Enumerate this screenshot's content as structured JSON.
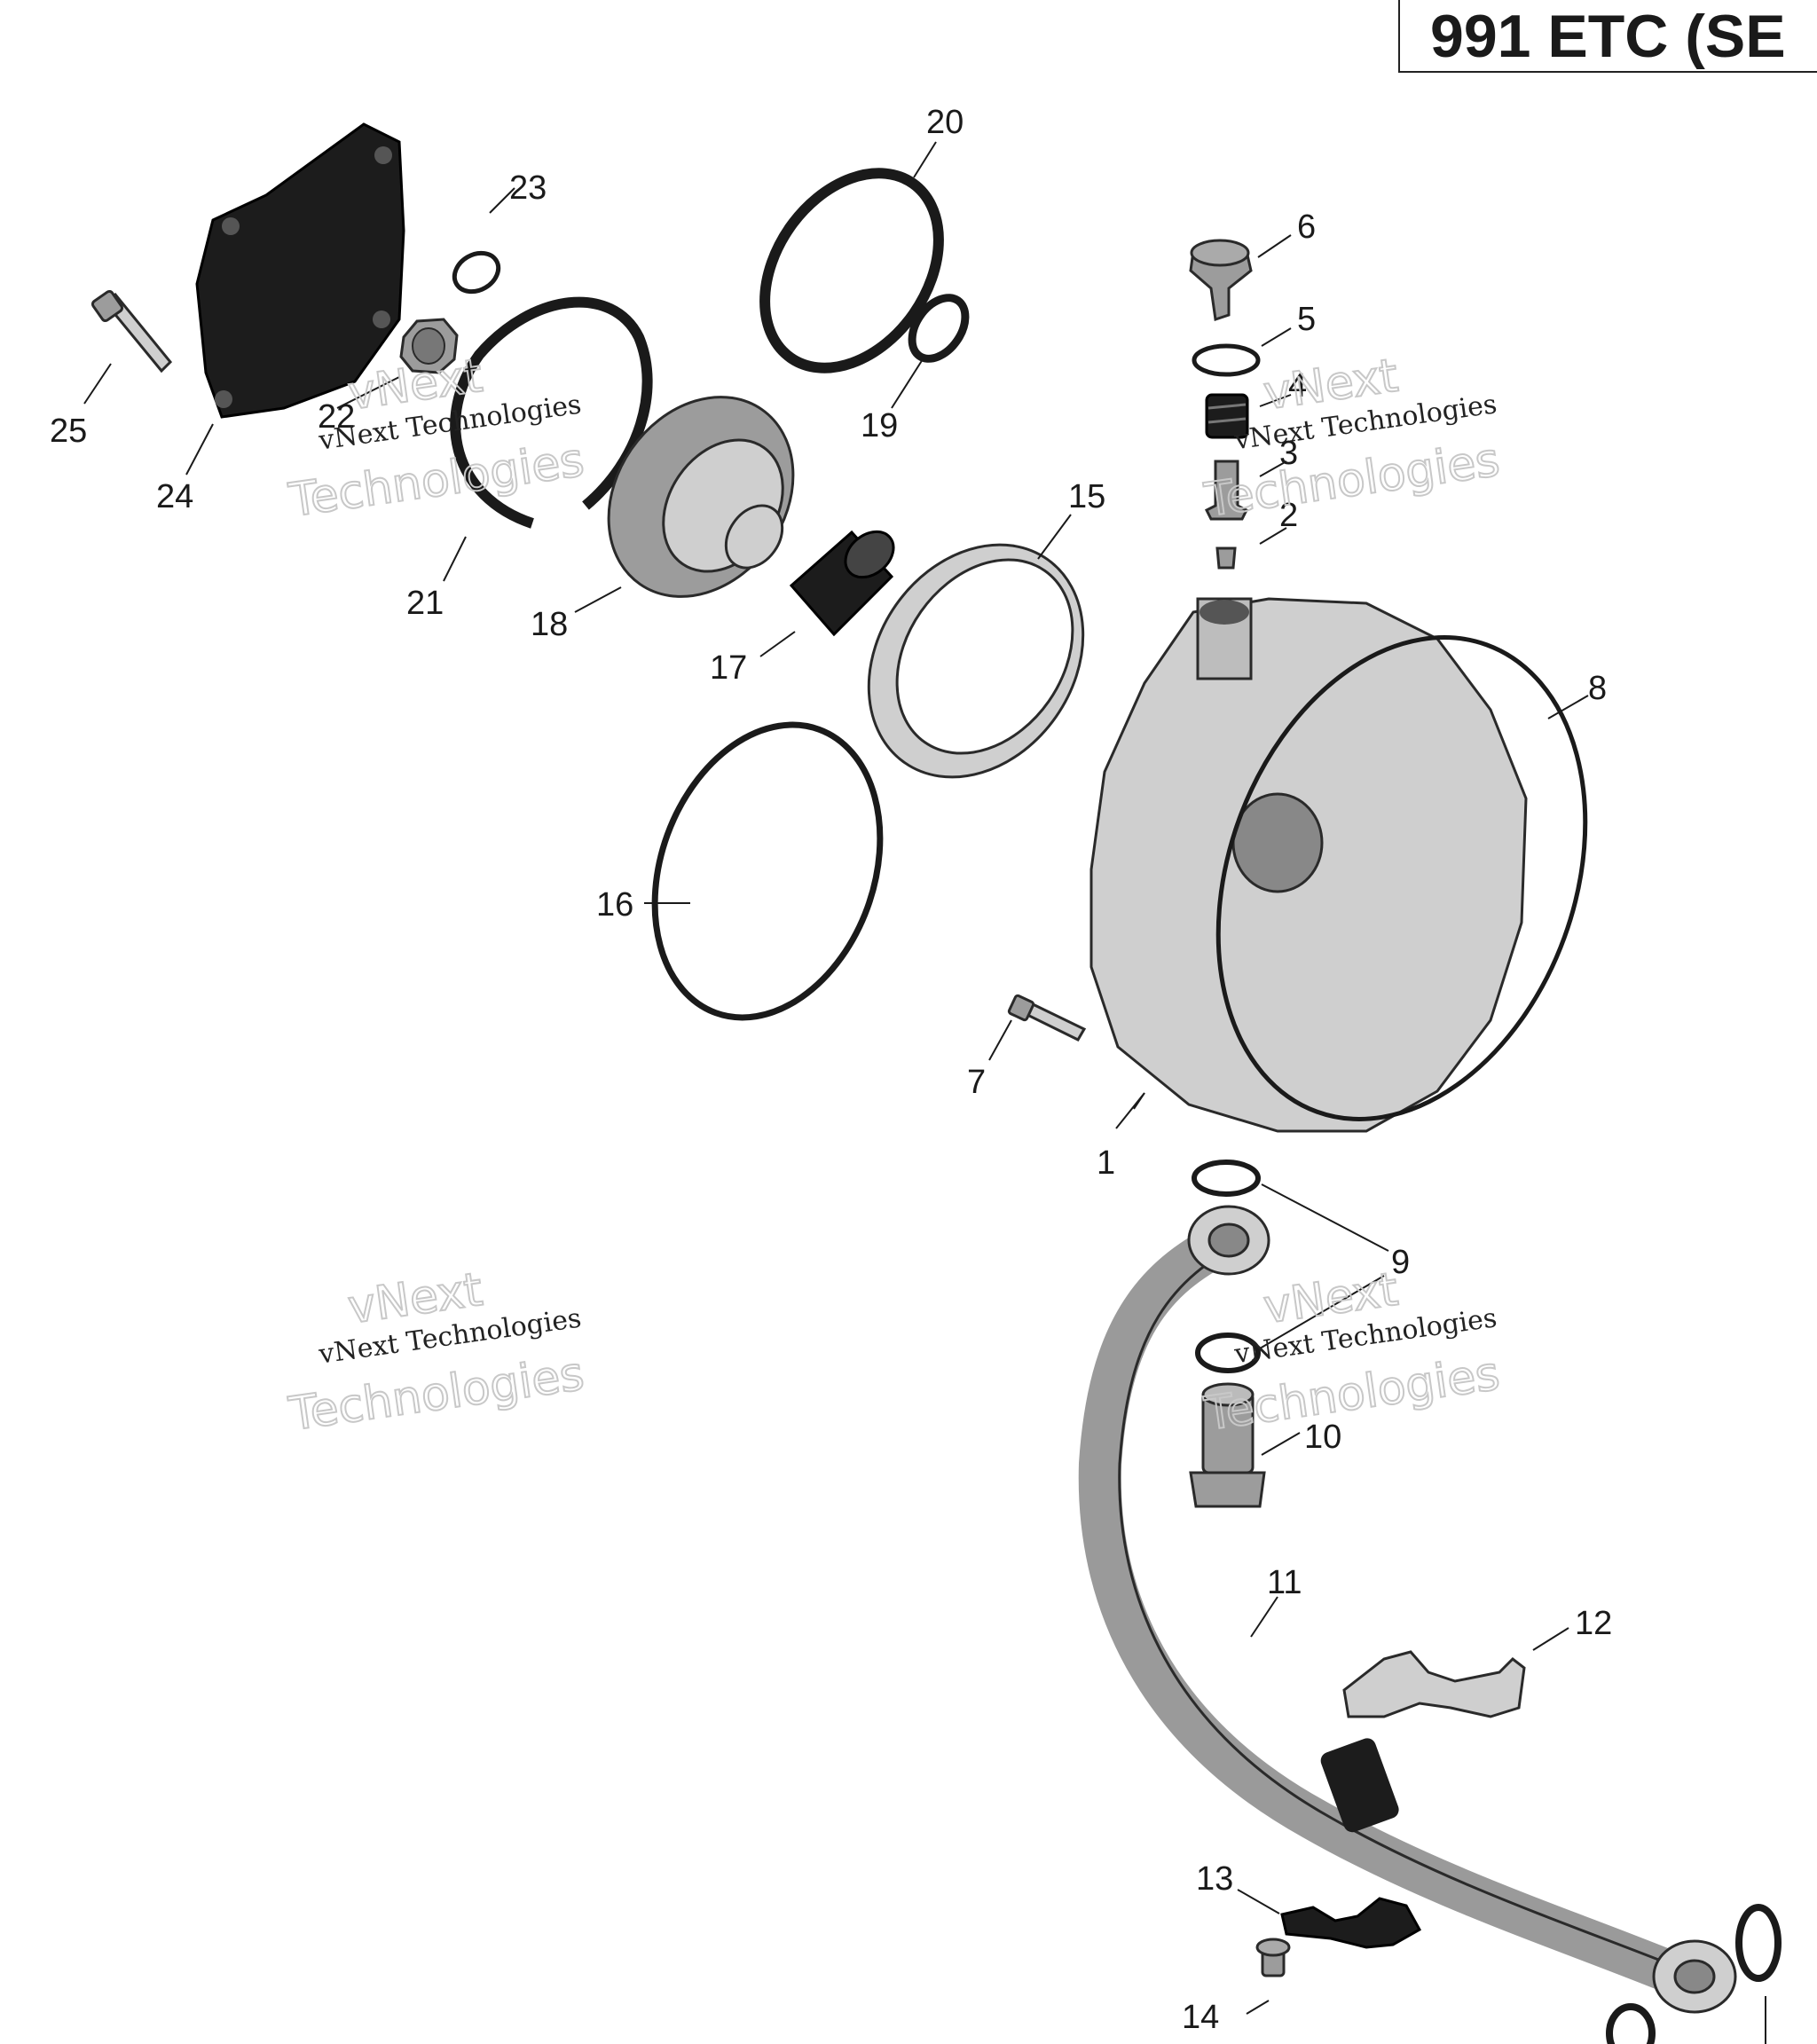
{
  "title": "991 ETC (SE",
  "watermark": {
    "line1": "vNext Technologies",
    "line2": "vNext",
    "line3": "Technologies"
  },
  "callouts": [
    "1",
    "2",
    "3",
    "4",
    "5",
    "6",
    "7",
    "8",
    "9",
    "10",
    "11",
    "12",
    "13",
    "14",
    "15",
    "16",
    "17",
    "18",
    "19",
    "20",
    "21",
    "22",
    "23",
    "24",
    "25"
  ],
  "colors": {
    "ink": "#1a1a1a",
    "part_gray": "#9c9c9c",
    "part_dark": "#1c1c1c",
    "watermark_outline": "#c8c8c8"
  }
}
